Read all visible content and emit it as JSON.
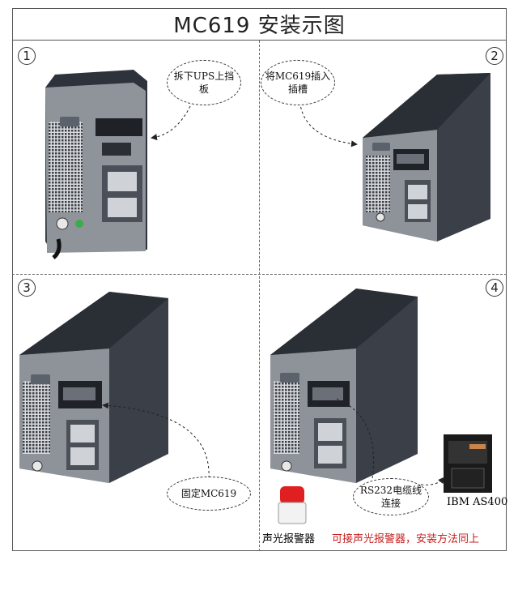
{
  "title": "MC619 安装示图",
  "panels": [
    {
      "number": "1",
      "bubble": "拆下UPS上挡板"
    },
    {
      "number": "2",
      "bubble": "将MC619插入插槽"
    },
    {
      "number": "3",
      "bubble": "固定MC619"
    },
    {
      "number": "4",
      "bubble": "RS232电缆线连接"
    }
  ],
  "ibm_label": "IBM AS400",
  "alarm_label": "声光报警器",
  "alarm_note": "可接声光报警器，安装方法同上",
  "colors": {
    "ups_body": "#3e4450",
    "ups_panel": "#8c9199",
    "note_red": "#c81e1e",
    "alarm_red": "#e02020"
  }
}
